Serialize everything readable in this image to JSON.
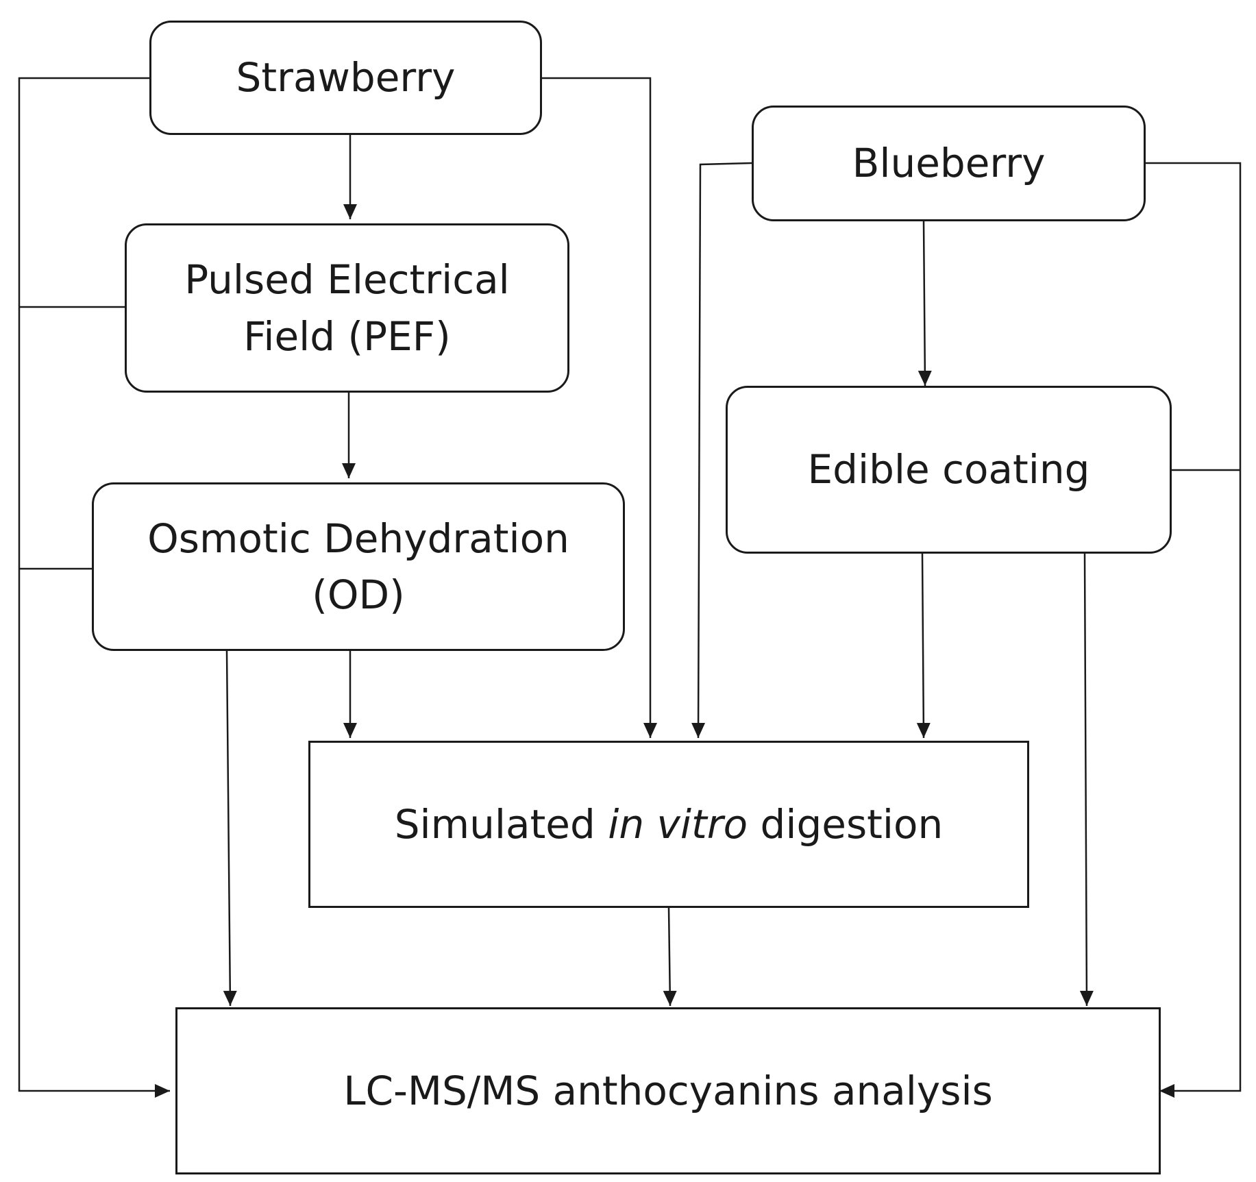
{
  "nodes": {
    "strawberry": {
      "label": "Strawberry"
    },
    "pef": {
      "line1": "Pulsed Electrical",
      "line2": "Field (PEF)"
    },
    "od": {
      "line1": "Osmotic Dehydration",
      "line2": "(OD)"
    },
    "blueberry": {
      "label": "Blueberry"
    },
    "edible_coating": {
      "label": "Edible coating"
    },
    "digestion": {
      "before": "Simulated ",
      "italic": "in vitro",
      "after": " digestion"
    },
    "analysis": {
      "label": "LC-MS/MS anthocyanins analysis"
    }
  },
  "colors": {
    "stroke": "#1a1a1a",
    "background": "#ffffff"
  }
}
